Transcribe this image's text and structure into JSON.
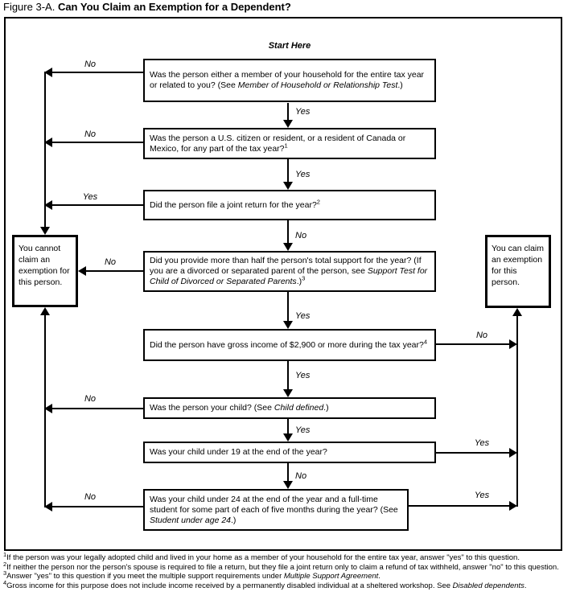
{
  "title": {
    "prefix": "Figure 3-A.",
    "main": "Can You Claim an Exemption for a Dependent?"
  },
  "start_here": "Start Here",
  "labels": {
    "yes": "Yes",
    "no": "No"
  },
  "colors": {
    "line": "#000000",
    "background": "#ffffff"
  },
  "boxes": {
    "q1": {
      "t1": "Was the person either a member of your household for the entire tax year or related to you? (See ",
      "t2": "Member of Household or Relationship Test",
      "t3": ".)"
    },
    "q2": {
      "t1": "Was the person a U.S. citizen or resident, or a resident of Canada or Mexico, for any part of the tax year?",
      "sup": "1"
    },
    "q3": {
      "t1": "Did the person file a joint return for the year?",
      "sup": "2"
    },
    "q4": {
      "t1": "Did you provide more than half the person's total support for the year? (If you are a divorced or separated parent of the person, see ",
      "t2": "Support Test for Child of Divorced or Separated Parents",
      "t3": ".)",
      "sup": "3"
    },
    "q5": {
      "t1": "Did the person have gross income of $2,900 or more during the tax year?",
      "sup": "4"
    },
    "q6": {
      "t1": "Was the person your child? (See ",
      "t2": "Child defined",
      "t3": ".)"
    },
    "q7": {
      "t1": "Was your child under 19 at the end of the year?"
    },
    "q8": {
      "t1": "Was your child under 24 at the end of the year and a full-time student for some part of each of five months during the year? (See ",
      "t2": "Student under age 24",
      "t3": ".)"
    },
    "cannot": "You cannot claim an exemption for this person.",
    "can": "You can claim an exemption for this person."
  },
  "footnotes": [
    {
      "sup": "1",
      "t1": "If the person was your legally adopted child and lived in your home as a member of your household for the entire tax year, answer \"yes\" to this question."
    },
    {
      "sup": "2",
      "t1": "If neither the person nor the person's spouse is required to file a return, but they file a joint return only to claim a refund of tax withheld, answer \"no\" to this question."
    },
    {
      "sup": "3",
      "t1": "Answer \"yes\" to this question if you meet the multiple support requirements under ",
      "t2": "Multiple Support Agreement",
      "t3": "."
    },
    {
      "sup": "4",
      "t1": "Gross income for this purpose does not include income received by a permanently disabled individual at a sheltered workshop. See ",
      "t2": "Disabled dependents",
      "t3": "."
    }
  ]
}
